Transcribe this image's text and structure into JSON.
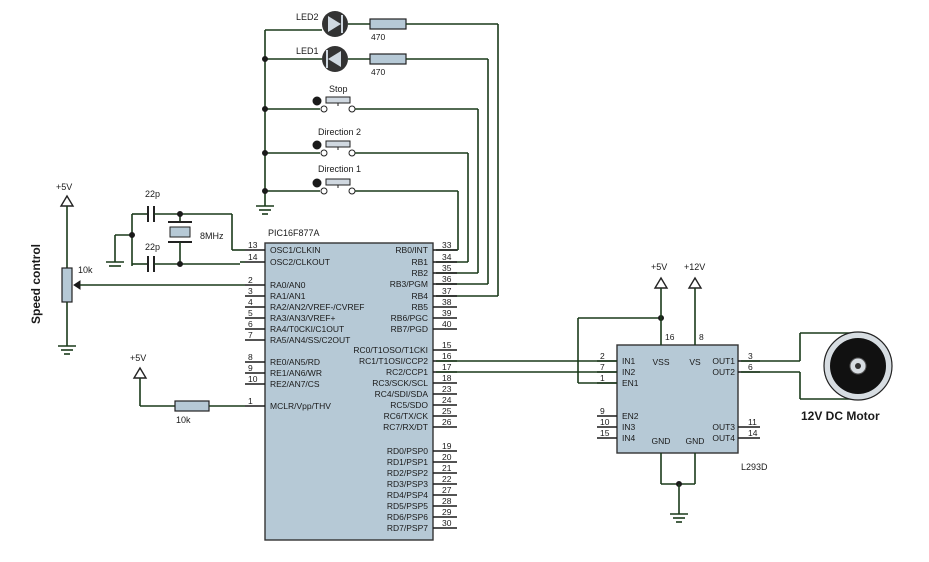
{
  "mcu": {
    "name": "PIC16F877A",
    "left_pins": [
      {
        "num": "13",
        "label": "OSC1/CLKIN"
      },
      {
        "num": "14",
        "label": "OSC2/CLKOUT"
      },
      {
        "num": "2",
        "label": "RA0/AN0"
      },
      {
        "num": "3",
        "label": "RA1/AN1"
      },
      {
        "num": "4",
        "label": "RA2/AN2/VREF-/CVREF"
      },
      {
        "num": "5",
        "label": "RA3/AN3/VREF+"
      },
      {
        "num": "6",
        "label": "RA4/T0CKI/C1OUT"
      },
      {
        "num": "7",
        "label": "RA5/AN4/SS/C2OUT"
      },
      {
        "num": "8",
        "label": "RE0/AN5/RD"
      },
      {
        "num": "9",
        "label": "RE1/AN6/WR"
      },
      {
        "num": "10",
        "label": "RE2/AN7/CS"
      },
      {
        "num": "1",
        "label": "MCLR/Vpp/THV"
      }
    ],
    "right_pins": [
      {
        "num": "33",
        "label": "RB0/INT"
      },
      {
        "num": "34",
        "label": "RB1"
      },
      {
        "num": "35",
        "label": "RB2"
      },
      {
        "num": "36",
        "label": "RB3/PGM"
      },
      {
        "num": "37",
        "label": "RB4"
      },
      {
        "num": "38",
        "label": "RB5"
      },
      {
        "num": "39",
        "label": "RB6/PGC"
      },
      {
        "num": "40",
        "label": "RB7/PGD"
      },
      {
        "num": "15",
        "label": "RC0/T1OSO/T1CKI"
      },
      {
        "num": "16",
        "label": "RC1/T1OSI/CCP2"
      },
      {
        "num": "17",
        "label": "RC2/CCP1"
      },
      {
        "num": "18",
        "label": "RC3/SCK/SCL"
      },
      {
        "num": "23",
        "label": "RC4/SDI/SDA"
      },
      {
        "num": "24",
        "label": "RC5/SDO"
      },
      {
        "num": "25",
        "label": "RC6/TX/CK"
      },
      {
        "num": "26",
        "label": "RC7/RX/DT"
      },
      {
        "num": "19",
        "label": "RD0/PSP0"
      },
      {
        "num": "20",
        "label": "RD1/PSP1"
      },
      {
        "num": "21",
        "label": "RD2/PSP2"
      },
      {
        "num": "22",
        "label": "RD3/PSP3"
      },
      {
        "num": "27",
        "label": "RD4/PSP4"
      },
      {
        "num": "28",
        "label": "RD5/PSP5"
      },
      {
        "num": "29",
        "label": "RD6/PSP6"
      },
      {
        "num": "30",
        "label": "RD7/PSP7"
      }
    ]
  },
  "driver": {
    "name": "L293D",
    "left_pins": [
      {
        "num": "2",
        "label": "IN1"
      },
      {
        "num": "7",
        "label": "IN2"
      },
      {
        "num": "1",
        "label": "EN1"
      },
      {
        "num": "9",
        "label": "EN2"
      },
      {
        "num": "10",
        "label": "IN3"
      },
      {
        "num": "15",
        "label": "IN4"
      }
    ],
    "right_pins": [
      {
        "num": "3",
        "label": "OUT1"
      },
      {
        "num": "6",
        "label": "OUT2"
      },
      {
        "num": "11",
        "label": "OUT3"
      },
      {
        "num": "14",
        "label": "OUT4"
      }
    ],
    "top_pins": [
      {
        "num": "16",
        "label": "VSS"
      },
      {
        "num": "8",
        "label": "VS"
      }
    ],
    "gnd_labels": [
      "GND",
      "GND"
    ]
  },
  "labels": {
    "led2": "LED2",
    "led1": "LED1",
    "r_led2": "470",
    "r_led1": "470",
    "stop": "Stop",
    "dir2": "Direction 2",
    "dir1": "Direction 1",
    "cap1": "22p",
    "cap2": "22p",
    "crystal": "8MHz",
    "pot": "10k",
    "speed": "Speed control",
    "vcc_pot": "+5V",
    "vcc_mclr": "+5V",
    "r_mclr": "10k",
    "vcc_vss": "+5V",
    "vcc_vs": "+12V",
    "motor": "12V DC Motor"
  }
}
